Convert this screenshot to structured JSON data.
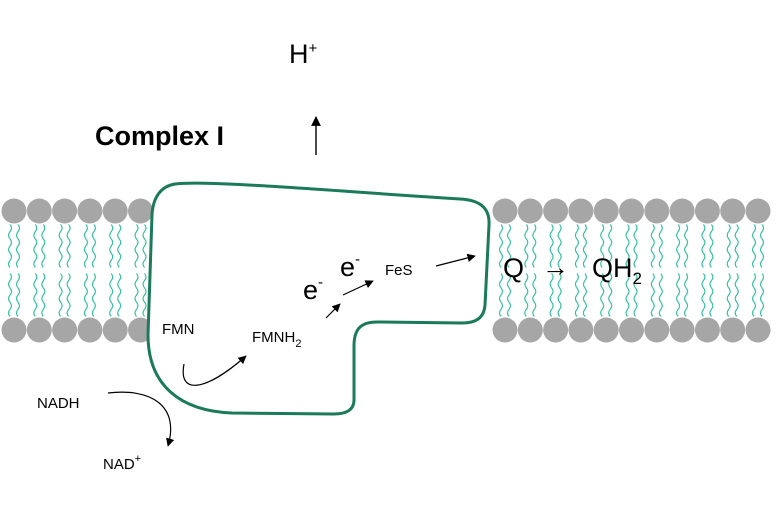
{
  "diagram": {
    "title": "Complex I",
    "proton": {
      "base": "H",
      "sup": "+"
    },
    "electron1": {
      "base": "e",
      "sup": "-"
    },
    "electron2": {
      "base": "e",
      "sup": "-"
    },
    "fes": "FeS",
    "fmn": "FMN",
    "fmnh2": {
      "base": "FMNH",
      "sub": "2"
    },
    "nadh": "NADH",
    "nad": {
      "base": "NAD",
      "sup": "+"
    },
    "q": "Q",
    "qh2": {
      "base": "QH",
      "sub": "2"
    },
    "arrow_glyph": "→"
  },
  "colors": {
    "title": "#ee1111",
    "protein_outline": "#1a7a5a",
    "lipid_head": "#a6a6a6",
    "lipid_tail": "#36c29e",
    "text": "#000000"
  }
}
